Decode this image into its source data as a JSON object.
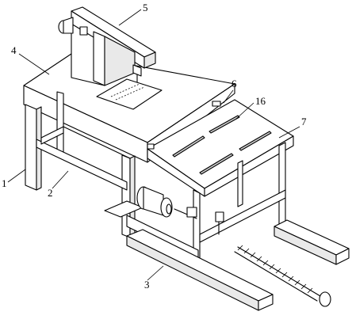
{
  "labels": {
    "l1": "1",
    "l2": "2",
    "l3": "3",
    "l4": "4",
    "l5": "5",
    "l6": "6",
    "l7": "7",
    "l16": "16"
  }
}
